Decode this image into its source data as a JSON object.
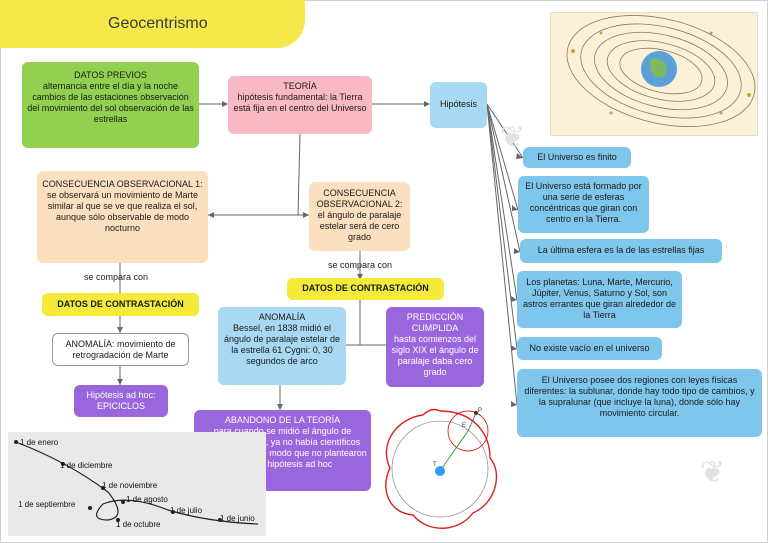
{
  "title": "Geocentrismo",
  "datos_previos": {
    "title": "DATOS PREVIOS",
    "text": "alternancia entre el día y la noche cambios de las estaciones observación del movimiento del sol observación de las estrellas"
  },
  "teoria": {
    "title": "TEORÍA",
    "text": "hipótesis fundamental: la Tierra está fija en el centro del Universo"
  },
  "hipotesis": "Hipótesis",
  "consecuencia1": {
    "title": "CONSECUENCIA OBSERVACIONAL 1:",
    "text": "se observará un movimiento de Marte similar al que se ve que realiza el sol, aunque sólo observable de modo nocturno"
  },
  "consecuencia2": {
    "title": "CONSECUENCIA OBSERVACIONAL 2:",
    "text": "el ángulo de paralaje estelar será de cero grado"
  },
  "se_compara_con_1": "se compara con",
  "se_compara_con_2": "se compara con",
  "datos_contrastacion_1": "DATOS DE CONTRASTACIÓN",
  "datos_contrastacion_2": "DATOS DE CONTRASTACIÓN",
  "anomalia_marte": "ANOMALÍA: movimiento de retrogradación de Marte",
  "hipotesis_ad_hoc": "Hipótesis ad hoc: EPICICLOS",
  "anomalia_bessel": {
    "title": "ANOMALÍA",
    "text": "Bessel, en 1838 midió el ángulo de paralaje estelar de la estrella 61 Cygni: 0, 30 segundos de arco"
  },
  "prediccion": {
    "title": "PREDICCIÓN CUMPLIDA",
    "text": "hasta comienzos del siglo XIX el ángulo de paralaje daba cero grado"
  },
  "abandono": {
    "title": "ABANDONO DE LA TEORÍA",
    "text": "para cuando se midió el ángulo de paralaje estelar, ya no había científicos geocentristas, de modo que no plantearon ninguna hipótesis ad hoc"
  },
  "hipotesis_items": [
    "El Universo es finito",
    "El Universo está formado por una serie de esferas concéntricas que giran con centro en la Tierra.",
    "La última esfera es la de las estrellas fijas",
    "Los planetas: Luna, Marte, Mercurio, Júpiter, Venus, Saturno y Sol, son astros errantes que giran alrededor de la Tierra",
    "No existe vacío en el universo",
    "El Universo posee dos regiones con leyes físicas diferentes: la sublunar, donde hay todo tipo de cambios, y la supralunar (que incluye la luna), donde sólo hay movimiento circular."
  ],
  "retrograde_dates": [
    "1 de enero",
    "1 de diciembre",
    "1 de noviembre",
    "1 de agosto",
    "1 de septiembre",
    "1 de octubre",
    "1 de julio",
    "1 de junio"
  ],
  "epicycle_labels": [
    "P",
    "E",
    "T"
  ],
  "colors": {
    "title_tab": "#f5e84a",
    "green": "#92d050",
    "peach": "#fbe0c0",
    "pink": "#f8b8c4",
    "blue": "#7fc6ec",
    "yellow": "#f5ea3a",
    "purple": "#9966dd"
  }
}
